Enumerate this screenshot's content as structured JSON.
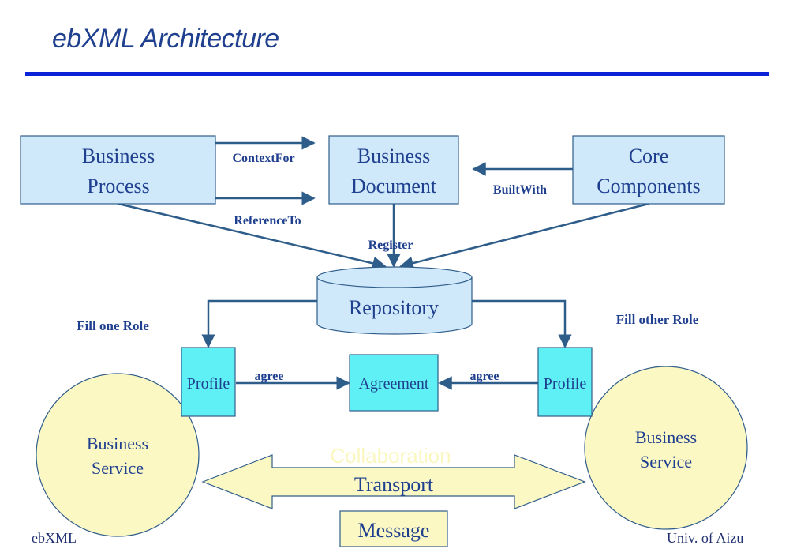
{
  "slide": {
    "title": "ebXML Architecture",
    "footer_left": "ebXML",
    "footer_right": "Univ. of Aizu"
  },
  "diagram": {
    "business_process": [
      "Business",
      "Process"
    ],
    "business_document": [
      "Business",
      "Document"
    ],
    "core_components": [
      "Core",
      "Components"
    ],
    "repository": "Repository",
    "profile_left": "Profile",
    "profile_right": "Profile",
    "agreement": "Agreement",
    "service_left": [
      "Business",
      "Service"
    ],
    "service_right": [
      "Business",
      "Service"
    ],
    "transport": "Transport",
    "collaboration": "Collaboration",
    "message": "Message",
    "labels": {
      "context_for": "ContextFor",
      "reference_to": "ReferenceTo",
      "built_with": "BuiltWith",
      "register": "Register",
      "fill_one_role": "Fill one Role",
      "fill_other_role": "Fill other Role",
      "agree_left": "agree",
      "agree_right": "agree"
    }
  },
  "colors": {
    "box_fill": "#cfe8fa",
    "box_stroke": "#2f5d8a",
    "cyan_fill": "#5ff0f5",
    "cream_fill": "#fbf8c4",
    "arrow": "#2f5d8a",
    "text": "#1f3f8f",
    "collaboration_text": "#fbf7c0"
  }
}
